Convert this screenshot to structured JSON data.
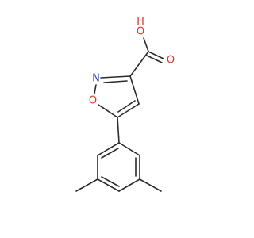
{
  "molecule": {
    "colors": {
      "bond": "#2b2b2b",
      "oxygen": "#e8302a",
      "nitrogen": "#2b3fd6"
    },
    "atoms": {
      "hydroxyl_oxygen": "O",
      "hydroxyl_hydrogen": "H",
      "carbonyl_oxygen": "O",
      "ring_nitrogen": "N",
      "ring_oxygen": "O"
    }
  }
}
